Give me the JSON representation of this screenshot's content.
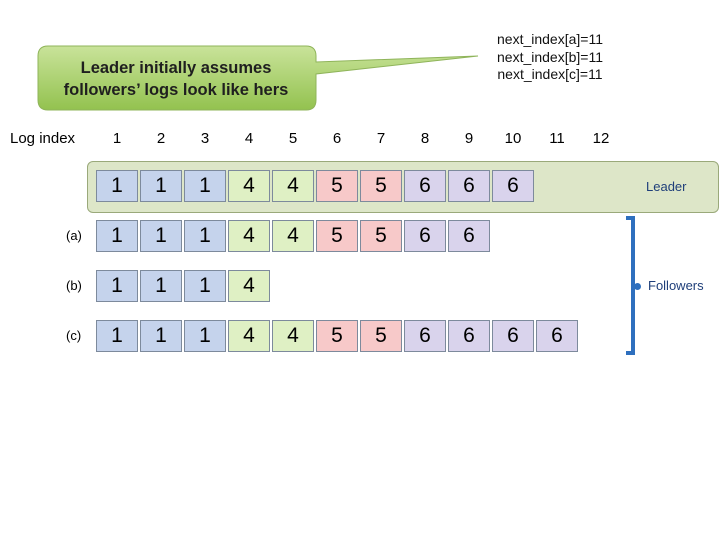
{
  "callout": {
    "line1": "Leader initially assumes",
    "line2": "followers’ logs look like hers"
  },
  "next_index": [
    "next_index[a]=11",
    "next_index[b]=11",
    "next_index[c]=11"
  ],
  "log_index": {
    "label": "Log index",
    "numbers": [
      "1",
      "2",
      "3",
      "4",
      "5",
      "6",
      "7",
      "8",
      "9",
      "10",
      "11",
      "12"
    ]
  },
  "leader": {
    "label": "Leader",
    "terms": [
      "1",
      "1",
      "1",
      "4",
      "4",
      "5",
      "5",
      "6",
      "6",
      "6"
    ]
  },
  "followers": {
    "label": "Followers",
    "rows": [
      {
        "name": "(a)",
        "terms": [
          "1",
          "1",
          "1",
          "4",
          "4",
          "5",
          "5",
          "6",
          "6"
        ]
      },
      {
        "name": "(b)",
        "terms": [
          "1",
          "1",
          "1",
          "4"
        ]
      },
      {
        "name": "(c)",
        "terms": [
          "1",
          "1",
          "1",
          "4",
          "4",
          "5",
          "5",
          "6",
          "6",
          "6",
          "6"
        ]
      }
    ]
  },
  "term_colors": {
    "1": "#c5d3ec",
    "4": "#dff0c4",
    "5": "#f7c9c9",
    "6": "#d9d3ec"
  }
}
